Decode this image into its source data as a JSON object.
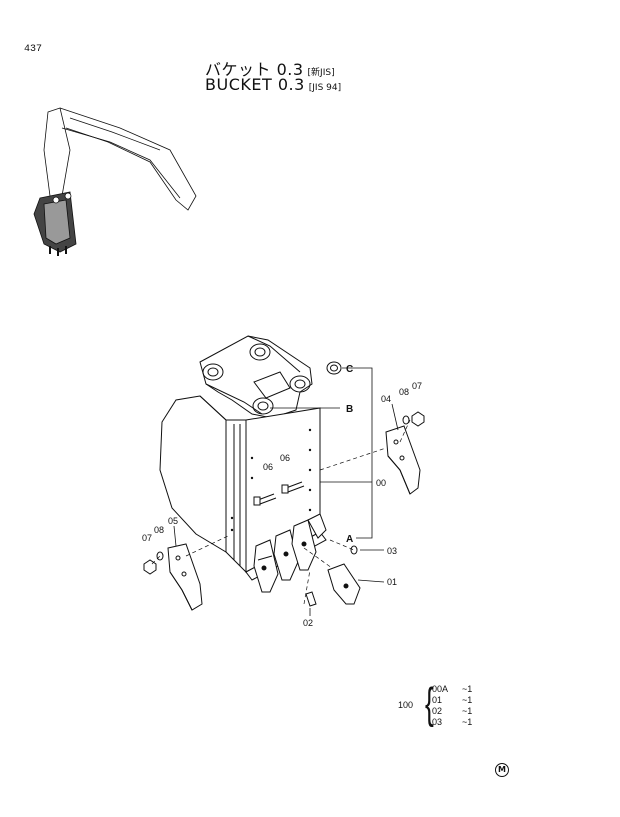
{
  "page": {
    "number": "437"
  },
  "title": {
    "jp_main": "バケット 0.3",
    "jp_tag": "[新JIS]",
    "en_main": "BUCKET 0.3",
    "en_tag": "[JIS 94]"
  },
  "callouts": {
    "c00": "00",
    "c01": "01",
    "c02": "02",
    "c03": "03",
    "c04": "04",
    "c05": "05",
    "c06a": "06",
    "c06b": "06",
    "c07a": "07",
    "c07b": "07",
    "c08a": "08",
    "c08b": "08"
  },
  "letters": {
    "A": "A",
    "B": "B",
    "C": "C"
  },
  "quantities": {
    "assembly": "100",
    "rows": [
      {
        "code": "00A",
        "qty": "~1"
      },
      {
        "code": "01",
        "qty": "~1"
      },
      {
        "code": "02",
        "qty": "~1"
      },
      {
        "code": "03",
        "qty": "~1"
      }
    ]
  },
  "mark": "M"
}
